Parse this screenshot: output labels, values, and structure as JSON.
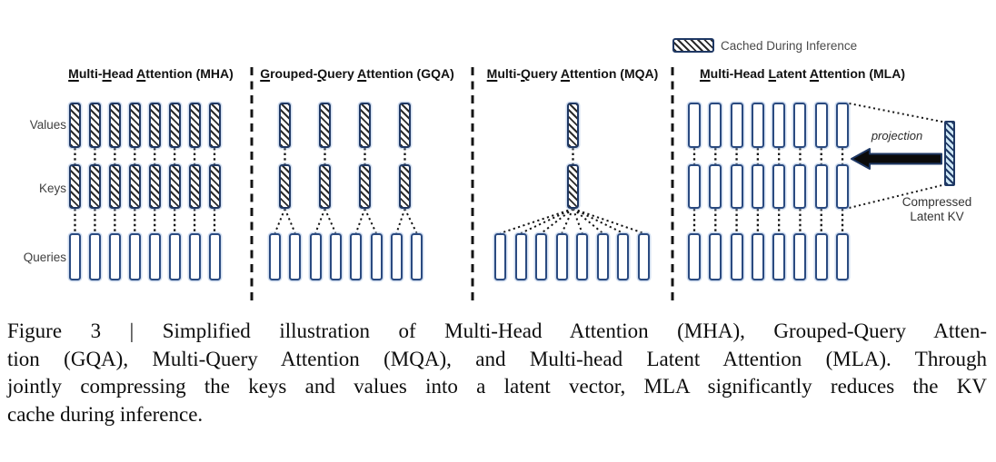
{
  "colors": {
    "bar_border_navy": "#1f3864",
    "outline_bar_border": "#2a4a80",
    "hatch_stroke": "#2b2b2b",
    "latent_fill_light_blue": "#cfe8f6",
    "connector_black": "#141414"
  },
  "legend": {
    "label": "Cached During Inference"
  },
  "row_labels": {
    "values": "Values",
    "keys": "Keys",
    "queries": "Queries"
  },
  "panels": [
    {
      "id": "mha",
      "title": "Multi-Head Attention (MHA)",
      "underline_indices": [
        0,
        6,
        11
      ],
      "num_kv_heads": 8,
      "num_query_heads": 8,
      "kv_cached": true,
      "mapping": "one-to-one"
    },
    {
      "id": "gqa",
      "title": "Grouped-Query Attention (GQA)",
      "underline_indices": [
        0,
        8,
        14
      ],
      "num_kv_heads": 4,
      "num_query_heads": 8,
      "kv_cached": true,
      "mapping": "grouped"
    },
    {
      "id": "mqa",
      "title": "Multi-Query Attention (MQA)",
      "underline_indices": [
        0,
        6,
        12
      ],
      "num_kv_heads": 1,
      "num_query_heads": 8,
      "kv_cached": true,
      "mapping": "shared"
    },
    {
      "id": "mla",
      "title": "Multi-Head Latent Attention (MLA)",
      "underline_indices": [
        0,
        11,
        18
      ],
      "num_kv_heads": 8,
      "num_query_heads": 8,
      "kv_cached": false,
      "mapping": "one-to-one",
      "has_compressed_latent_kv": true
    }
  ],
  "mla_annotations": {
    "projection_label": "projection",
    "compressed_label_line1": "Compressed",
    "compressed_label_line2": "Latent KV"
  },
  "caption": {
    "lines": [
      "Figure 3 | Simplified illustration of Multi-Head Attention (MHA), Grouped-Query Atten-",
      "tion (GQA), Multi-Query Attention (MQA), and Multi-head Latent Attention (MLA). Through",
      "jointly compressing the keys and values into a latent vector, MLA significantly reduces the KV",
      "cache during inference."
    ]
  }
}
